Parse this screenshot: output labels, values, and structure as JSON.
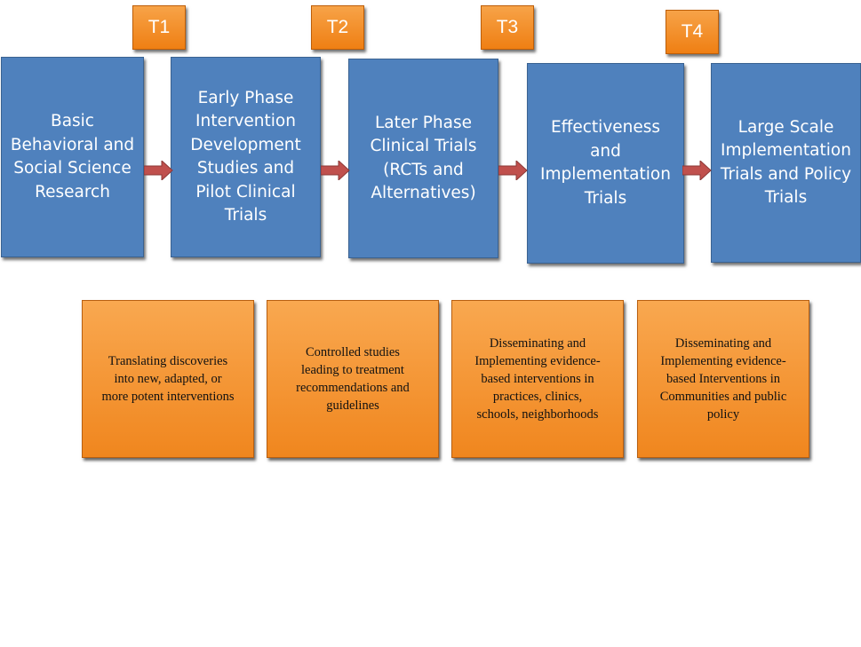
{
  "colors": {
    "stage_fill": "#4f81bd",
    "tag_fill": "#f39233",
    "desc_fill": "#f5972c",
    "arrow_fill": "#c0504d"
  },
  "tags": [
    {
      "label": "T1"
    },
    {
      "label": "T2"
    },
    {
      "label": "T3"
    },
    {
      "label": "T4"
    }
  ],
  "stages": [
    {
      "label": "Basic\nBehavioral and\nSocial Science\nResearch"
    },
    {
      "label": "Early Phase\nIntervention\nDevelopment\nStudies and\nPilot Clinical\nTrials"
    },
    {
      "label": "Later Phase\nClinical Trials\n(RCTs and\nAlternatives)"
    },
    {
      "label": "Effectiveness\nand\nImplementation\nTrials"
    },
    {
      "label": "Large Scale\nImplementation\nTrials and Policy\nTrials"
    }
  ],
  "descriptions": [
    {
      "label": "Translating discoveries\ninto new, adapted, or\nmore potent interventions"
    },
    {
      "label": "Controlled studies\nleading to treatment\nrecommendations and\nguidelines"
    },
    {
      "label": "Disseminating and\nImplementing evidence-\nbased interventions in\npractices, clinics,\nschools, neighborhoods"
    },
    {
      "label": "Disseminating and\nImplementing evidence-\nbased Interventions in\nCommunities and public\npolicy"
    }
  ]
}
